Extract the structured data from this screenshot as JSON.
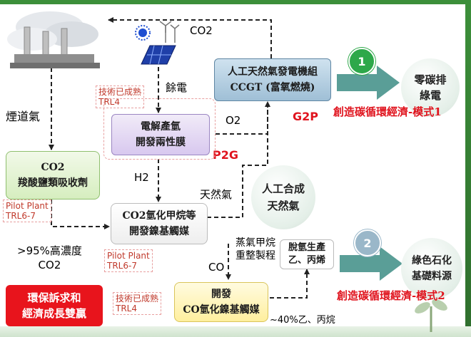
{
  "nodes": {
    "flue_gas": "煙道氣",
    "co2_top": "CO2",
    "waste_power": "餘電",
    "electrolysis": [
      "電解產氫",
      "開發兩性膜"
    ],
    "ccgt": [
      "人工天然氣發電機組",
      "CCGT (富氧燃燒)"
    ],
    "o2": "O2",
    "g2p": "G2P",
    "p2g": "P2G",
    "absorption": [
      "CO2",
      "羧酸鹽類吸收劑"
    ],
    "h2": "H2",
    "natural_gas": "天然氣",
    "synth_gas": [
      "人工合成",
      "天然氣"
    ],
    "methanation": [
      "CO2氫化甲烷等",
      "開發鎳基觸媒"
    ],
    "steam_reform": [
      "蒸氣甲烷",
      "重整製程"
    ],
    "co": "CO",
    "dehydro": [
      "脫氫生產",
      "乙、丙烯"
    ],
    "co_catalyst": [
      "開發",
      "CO氫化鎳基觸媒"
    ],
    "purity": [
      ">95%高濃度",
      "CO2"
    ],
    "ethylene_yield": "~40%乙、丙烷",
    "slogan": [
      "環保訴求和",
      "經濟成長雙贏"
    ]
  },
  "trl_labels": {
    "elec": [
      "技術已成熟",
      "TRL4"
    ],
    "absorb": [
      "Pilot Plant",
      "TRL6-7"
    ],
    "meth": [
      "Pilot Plant",
      "TRL6-7"
    ],
    "co_cat": [
      "技術已成熟",
      "TRL4"
    ]
  },
  "outcomes": {
    "one": {
      "num": "1",
      "result": [
        "零碳排",
        "綠電"
      ],
      "model": "創造碳循環經濟-模式1"
    },
    "two": {
      "num": "2",
      "result": [
        "綠色石化",
        "基礎料源"
      ],
      "model": "創造碳循環經濟-模式2"
    }
  },
  "colors": {
    "green_accent": "#3c8f3a",
    "arrow_teal": "#5a9e97",
    "red_text": "#e0141e",
    "absorption_fill": "#e3f2cf",
    "electrolysis_fill": "#e3d6f2",
    "co_catalyst_fill": "#fff6c4",
    "ccgt_fill": "#b9d4e6"
  }
}
